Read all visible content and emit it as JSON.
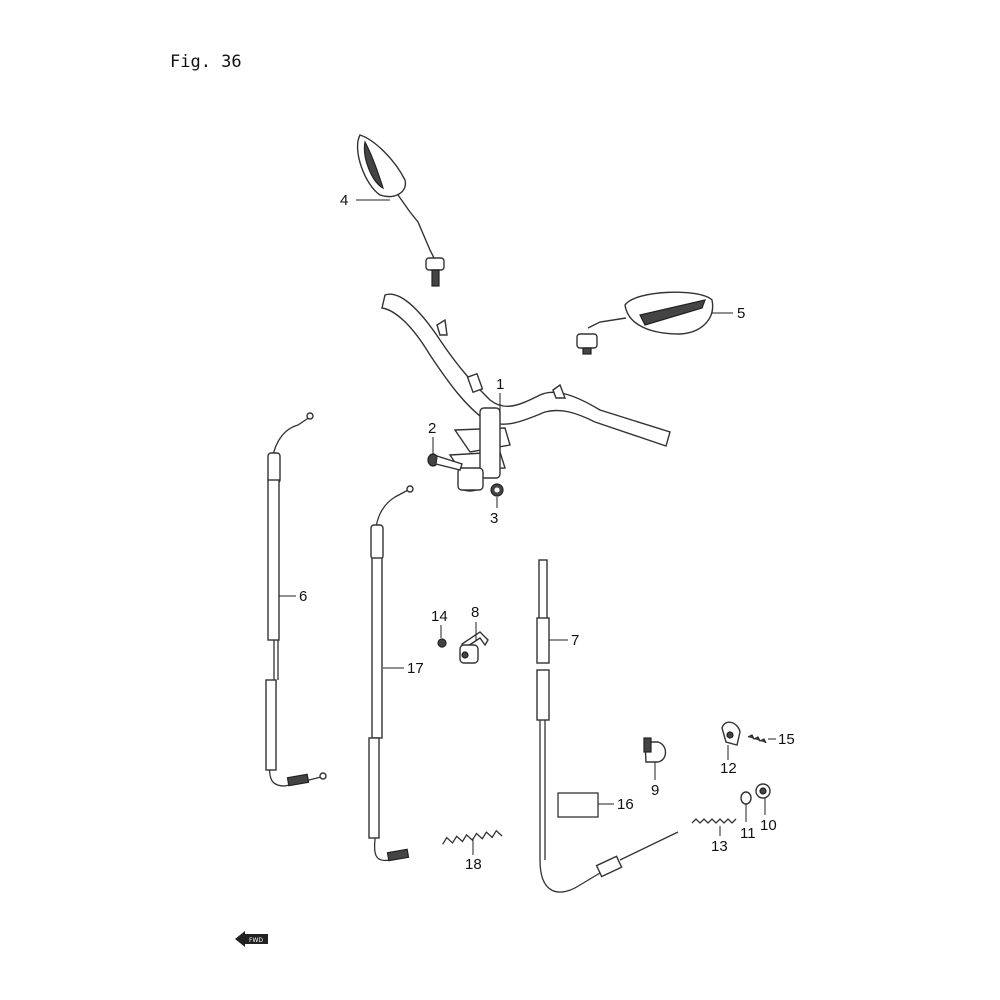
{
  "figure": {
    "title": "Fig. 36"
  },
  "callouts": {
    "c1": "1",
    "c2": "2",
    "c3": "3",
    "c4": "4",
    "c5": "5",
    "c6": "6",
    "c7": "7",
    "c8": "8",
    "c9": "9",
    "c10": "10",
    "c11": "11",
    "c12": "12",
    "c13": "13",
    "c14": "14",
    "c15": "15",
    "c16": "16",
    "c17": "17",
    "c18": "18"
  },
  "forward_arrow": {
    "label": "FWD"
  }
}
